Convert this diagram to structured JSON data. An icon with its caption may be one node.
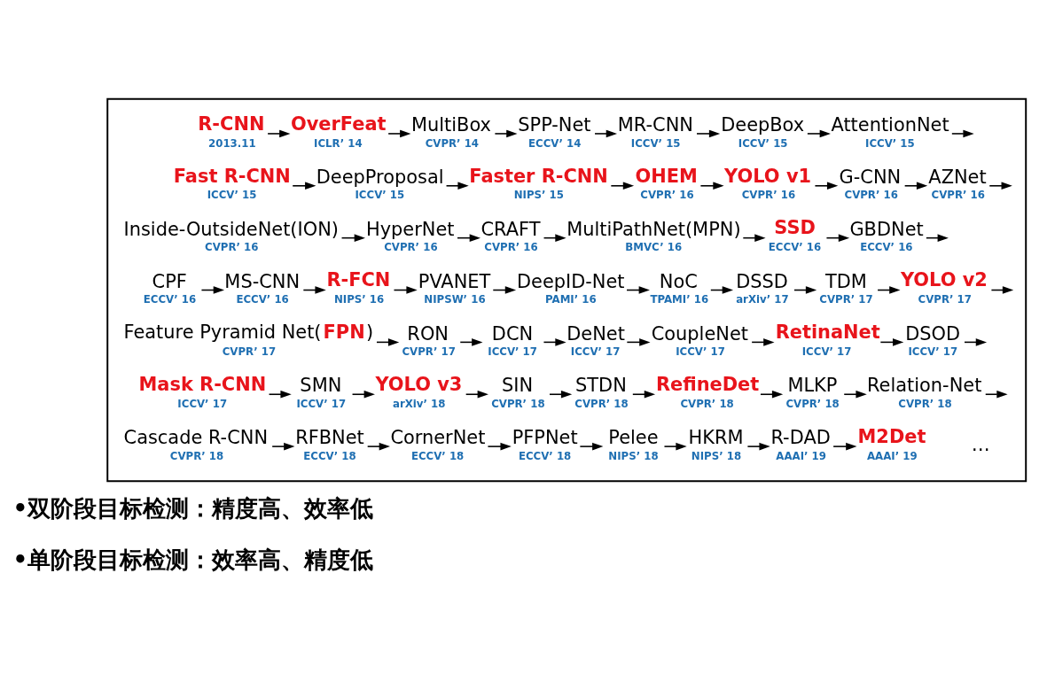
{
  "diagram": {
    "nodes": [
      {
        "text": [],
        "shape": "box"
      },
      {
        "text": [
          "R-CNN"
        ],
        "beside": [
          "2013.11"
        ],
        "in": 0
      },
      {
        "text": [
          "OverFeat"
        ],
        "beside": [
          "ICLR’ 14"
        ],
        "in": 0
      },
      {
        "text": [
          "MultiBox"
        ],
        "beside": [
          "CVPR’ 14"
        ],
        "in": 0
      },
      {
        "text": [
          "SPP-Net"
        ],
        "beside": [
          "ECCV’ 14"
        ],
        "in": 0
      },
      {
        "text": [
          "MR-CNN"
        ],
        "beside": [
          "ICCV’ 15"
        ],
        "in": 0
      },
      {
        "text": [
          "DeepBox"
        ],
        "beside": [
          "ICCV’ 15"
        ],
        "in": 0
      },
      {
        "text": [
          "AttentionNet"
        ],
        "beside": [
          "ICCV’ 15"
        ],
        "in": 0
      },
      {
        "text": [
          "Fast R-CNN"
        ],
        "beside": [
          "ICCV’ 15"
        ],
        "in": 0
      },
      {
        "text": [
          "DeepProposal"
        ],
        "beside": [
          "ICCV’ 15"
        ],
        "in": 0
      },
      {
        "text": [
          "Faster R-CNN"
        ],
        "beside": [
          "NIPS’ 15"
        ],
        "in": 0
      },
      {
        "text": [
          "OHEM"
        ],
        "beside": [
          "CVPR’ 16"
        ],
        "in": 0
      },
      {
        "text": [
          "YOLO v1"
        ],
        "beside": [
          "CVPR’ 16"
        ],
        "in": 0
      },
      {
        "text": [
          "G-CNN"
        ],
        "beside": [
          "CVPR’ 16"
        ],
        "in": 0
      },
      {
        "text": [
          "AZNet"
        ],
        "beside": [
          "CVPR’ 16"
        ],
        "in": 0
      },
      {
        "text": [
          "Inside-OutsideNet(ION)"
        ],
        "beside": [
          "CVPR’ 16"
        ],
        "in": 0
      },
      {
        "text": [
          "HyperNet"
        ],
        "beside": [
          "CVPR’ 16"
        ],
        "in": 0
      },
      {
        "text": [
          "CRAFT"
        ],
        "beside": [
          "CVPR’ 16"
        ],
        "in": 0
      },
      {
        "text": [
          "MultiPathNet(MPN)"
        ],
        "beside": [
          "BMVC’ 16"
        ],
        "in": 0
      },
      {
        "text": [
          "SSD"
        ],
        "beside": [
          "ECCV’ 16"
        ],
        "in": 0
      },
      {
        "text": [
          "GBDNet"
        ],
        "beside": [
          "ECCV’ 16"
        ],
        "in": 0
      },
      {
        "text": [
          "CPF"
        ],
        "beside": [
          "ECCV’ 16"
        ],
        "in": 0
      },
      {
        "text": [
          "MS-CNN"
        ],
        "beside": [
          "ECCV’ 16"
        ],
        "in": 0
      },
      {
        "text": [
          "R-FCN"
        ],
        "beside": [
          "NIPS’ 16"
        ],
        "in": 0
      },
      {
        "text": [
          "PVANET"
        ],
        "beside": [
          "NIPSW’ 16"
        ],
        "in": 0
      },
      {
        "text": [
          "DeepID-Net"
        ],
        "beside": [
          "PAMI’ 16"
        ],
        "in": 0
      },
      {
        "text": [
          "NoC"
        ],
        "beside": [
          "TPAMI’ 16"
        ],
        "in": 0
      },
      {
        "text": [
          "DSSD"
        ],
        "beside": [
          "arXiv’ 17"
        ],
        "in": 0
      },
      {
        "text": [
          "TDM"
        ],
        "beside": [
          "CVPR’ 17"
        ],
        "in": 0
      },
      {
        "text": [
          "YOLO v2"
        ],
        "beside": [
          "CVPR’ 17"
        ],
        "in": 0
      },
      {
        "text": [
          "Feature Pyramid Net(**FPN**)"
        ],
        "beside": [
          "CVPR’ 17"
        ],
        "in": 0
      },
      {
        "text": [
          "RON"
        ],
        "beside": [
          "CVPR’ 17"
        ],
        "in": 0
      },
      {
        "text": [
          "DCN"
        ],
        "beside": [
          "ICCV’ 17"
        ],
        "in": 0
      },
      {
        "text": [
          "DeNet"
        ],
        "beside": [
          "ICCV’ 17"
        ],
        "in": 0
      },
      {
        "text": [
          "CoupleNet"
        ],
        "beside": [
          "ICCV’ 17"
        ],
        "in": 0
      },
      {
        "text": [
          "RetinaNet"
        ],
        "beside": [
          "ICCV’ 17"
        ],
        "in": 0
      },
      {
        "text": [
          "DSOD"
        ],
        "beside": [
          "ICCV’ 17"
        ],
        "in": 0
      },
      {
        "text": [
          "Mask R-CNN"
        ],
        "beside": [
          "ICCV’ 17"
        ],
        "in": 0
      },
      {
        "text": [
          "SMN"
        ],
        "beside": [
          "ICCV’ 17"
        ],
        "in": 0
      },
      {
        "text": [
          "YOLO v3"
        ],
        "beside": [
          "arXiv’ 18"
        ],
        "in": 0
      },
      {
        "text": [
          "SIN"
        ],
        "beside": [
          "CVPR’ 18"
        ],
        "in": 0
      },
      {
        "text": [
          "STDN"
        ],
        "beside": [
          "CVPR’ 18"
        ],
        "in": 0
      },
      {
        "text": [
          "RefineDet"
        ],
        "beside": [
          "CVPR’ 18"
        ],
        "in": 0
      },
      {
        "text": [
          "MLKP"
        ],
        "beside": [
          "CVPR’ 18"
        ],
        "in": 0
      },
      {
        "text": [
          "Relation-Net"
        ],
        "beside": [
          "CVPR’ 18"
        ],
        "in": 0
      },
      {
        "text": [
          "Cascade R-CNN"
        ],
        "beside": [
          "CVPR’ 18"
        ],
        "in": 0
      },
      {
        "text": [
          "RFBNet"
        ],
        "beside": [
          "ECCV’ 18"
        ],
        "in": 0
      },
      {
        "text": [
          "CornerNet"
        ],
        "beside": [
          "ECCV’ 18"
        ],
        "in": 0
      },
      {
        "text": [
          "PFPNet"
        ],
        "beside": [
          "ECCV’ 18"
        ],
        "in": 0
      },
      {
        "text": [
          "Pelee"
        ],
        "beside": [
          "NIPS’ 18"
        ],
        "in": 0
      },
      {
        "text": [
          "HKRM"
        ],
        "beside": [
          "NIPS’ 18"
        ],
        "in": 0
      },
      {
        "text": [
          "R-DAD"
        ],
        "beside": [
          "AAAI’ 19"
        ],
        "in": 0
      },
      {
        "text": [
          "M2Det"
        ],
        "beside": [
          "AAAI’ 19"
        ],
        "in": 0
      }
    ],
    "edges": [
      {
        "from": 1,
        "to": 2,
        "arrow": "to"
      },
      {
        "from": 2,
        "to": 3,
        "arrow": "to"
      },
      {
        "from": 3,
        "to": 4,
        "arrow": "to"
      },
      {
        "from": 4,
        "to": 5,
        "arrow": "to"
      },
      {
        "from": 5,
        "to": 6,
        "arrow": "to"
      },
      {
        "from": 6,
        "to": 7,
        "arrow": "to"
      },
      {
        "from": 7,
        "to": null,
        "arrow": "to"
      },
      {
        "from": 8,
        "to": 9,
        "arrow": "to"
      },
      {
        "from": 9,
        "to": 10,
        "arrow": "to"
      },
      {
        "from": 10,
        "to": 11,
        "arrow": "to"
      },
      {
        "from": 11,
        "to": 12,
        "arrow": "to"
      },
      {
        "from": 12,
        "to": 13,
        "arrow": "to"
      },
      {
        "from": 13,
        "to": 14,
        "arrow": "to"
      },
      {
        "from": 14,
        "to": null,
        "arrow": "to"
      },
      {
        "from": 15,
        "to": 16,
        "arrow": "to"
      },
      {
        "from": 16,
        "to": 17,
        "arrow": "to"
      },
      {
        "from": 17,
        "to": 18,
        "arrow": "to"
      },
      {
        "from": 18,
        "to": 19,
        "arrow": "to"
      },
      {
        "from": 19,
        "to": 20,
        "arrow": "to"
      },
      {
        "from": 20,
        "to": null,
        "arrow": "to"
      },
      {
        "from": 21,
        "to": 22,
        "arrow": "to"
      },
      {
        "from": 22,
        "to": 23,
        "arrow": "to"
      },
      {
        "from": 23,
        "to": 24,
        "arrow": "to"
      },
      {
        "from": 24,
        "to": 25,
        "arrow": "to"
      },
      {
        "from": 25,
        "to": 26,
        "arrow": "to"
      },
      {
        "from": 26,
        "to": 27,
        "arrow": "to"
      },
      {
        "from": 27,
        "to": 28,
        "arrow": "to"
      },
      {
        "from": 28,
        "to": 29,
        "arrow": "to"
      },
      {
        "from": 29,
        "to": null,
        "arrow": "to"
      },
      {
        "from": 30,
        "to": 31,
        "arrow": "to"
      },
      {
        "from": 31,
        "to": 32,
        "arrow": "to"
      },
      {
        "from": 32,
        "to": 33,
        "arrow": "to"
      },
      {
        "from": 33,
        "to": 34,
        "arrow": "to"
      },
      {
        "from": 34,
        "to": 35,
        "arrow": "to"
      },
      {
        "from": 35,
        "to": 36,
        "arrow": "to"
      },
      {
        "from": 36,
        "to": null,
        "arrow": "to"
      },
      {
        "from": 37,
        "to": 38,
        "arrow": "to"
      },
      {
        "from": 38,
        "to": 39,
        "arrow": "to"
      },
      {
        "from": 39,
        "to": 40,
        "arrow": "to"
      },
      {
        "from": 40,
        "to": 41,
        "arrow": "to"
      },
      {
        "from": 41,
        "to": 42,
        "arrow": "to"
      },
      {
        "from": 42,
        "to": 43,
        "arrow": "to"
      },
      {
        "from": 43,
        "to": 44,
        "arrow": "to"
      },
      {
        "from": 44,
        "to": null,
        "arrow": "to"
      },
      {
        "from": 45,
        "to": 46,
        "arrow": "to"
      },
      {
        "from": 46,
        "to": 47,
        "arrow": "to"
      },
      {
        "from": 47,
        "to": 48,
        "arrow": "to"
      },
      {
        "from": 48,
        "to": 49,
        "arrow": "to"
      },
      {
        "from": 49,
        "to": 50,
        "arrow": "to"
      },
      {
        "from": 50,
        "to": 51,
        "arrow": "to"
      },
      {
        "from": 51,
        "to": 52,
        "arrow": "to"
      }
    ],
    "labels": [
      "…",
      "•双阶段目标检测：精度高、效率低",
      "•单阶段目标检测：效率高、精度低"
    ]
  }
}
